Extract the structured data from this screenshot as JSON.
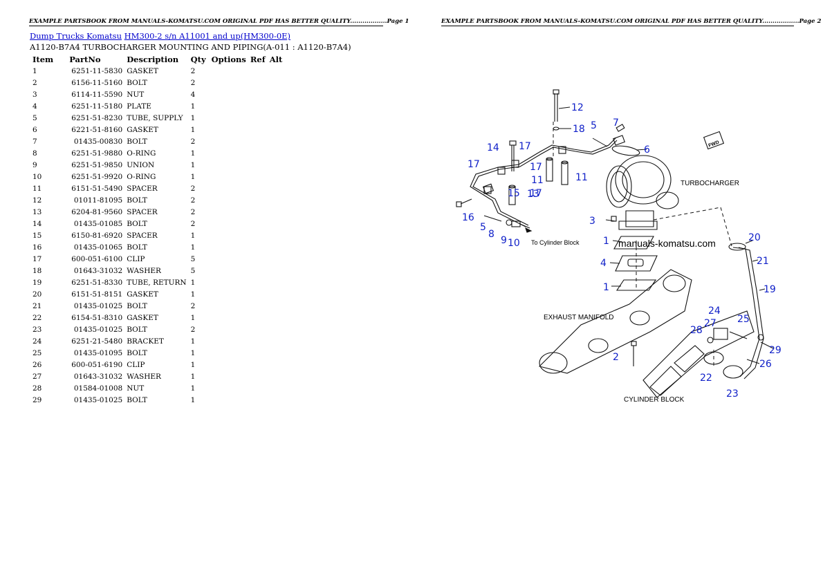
{
  "header": {
    "left_text": "EXAMPLE PARTSBOOK FROM MANUALS-KOMATSU.COM ORIGINAL PDF HAS BETTER QUALITY..................Page 1",
    "right_text": "EXAMPLE PARTSBOOK FROM MANUALS-KOMATSU.COM ORIGINAL PDF HAS BETTER QUALITY..................Page 2"
  },
  "breadcrumb": {
    "link1": "Dump Trucks Komatsu",
    "link2": "HM300-2 s/n A11001 and up(HM300-0E)"
  },
  "subtitle": "A1120-B7A4 TURBOCHARGER MOUNTING AND PIPING(A-011 : A1120-B7A4)",
  "table": {
    "headers": {
      "item": "Item",
      "partno": "PartNo",
      "description": "Description",
      "qty": "Qty",
      "options": "Options",
      "ref": "Ref",
      "alt": "Alt"
    },
    "rows": [
      {
        "item": "1",
        "partno": "6251-11-5830",
        "description": "GASKET",
        "qty": "2"
      },
      {
        "item": "2",
        "partno": "6156-11-5160",
        "description": "BOLT",
        "qty": "2"
      },
      {
        "item": "3",
        "partno": "6114-11-5590",
        "description": "NUT",
        "qty": "4"
      },
      {
        "item": "4",
        "partno": "6251-11-5180",
        "description": "PLATE",
        "qty": "1"
      },
      {
        "item": "5",
        "partno": "6251-51-8230",
        "description": "TUBE, SUPPLY",
        "qty": "1"
      },
      {
        "item": "6",
        "partno": "6221-51-8160",
        "description": "GASKET",
        "qty": "1"
      },
      {
        "item": "7",
        "partno": "01435-00830",
        "description": "BOLT",
        "qty": "2"
      },
      {
        "item": "8",
        "partno": "6251-51-9880",
        "description": "O-RING",
        "qty": "1"
      },
      {
        "item": "9",
        "partno": "6251-51-9850",
        "description": "UNION",
        "qty": "1"
      },
      {
        "item": "10",
        "partno": "6251-51-9920",
        "description": "O-RING",
        "qty": "1"
      },
      {
        "item": "11",
        "partno": "6151-51-5490",
        "description": "SPACER",
        "qty": "2"
      },
      {
        "item": "12",
        "partno": "01011-81095",
        "description": "BOLT",
        "qty": "2"
      },
      {
        "item": "13",
        "partno": "6204-81-9560",
        "description": "SPACER",
        "qty": "2"
      },
      {
        "item": "14",
        "partno": "01435-01085",
        "description": "BOLT",
        "qty": "2"
      },
      {
        "item": "15",
        "partno": "6150-81-6920",
        "description": "SPACER",
        "qty": "1"
      },
      {
        "item": "16",
        "partno": "01435-01065",
        "description": "BOLT",
        "qty": "1"
      },
      {
        "item": "17",
        "partno": "600-051-6100",
        "description": "CLIP",
        "qty": "5"
      },
      {
        "item": "18",
        "partno": "01643-31032",
        "description": "WASHER",
        "qty": "5"
      },
      {
        "item": "19",
        "partno": "6251-51-8330",
        "description": "TUBE, RETURN",
        "qty": "1"
      },
      {
        "item": "20",
        "partno": "6151-51-8151",
        "description": "GASKET",
        "qty": "1"
      },
      {
        "item": "21",
        "partno": "01435-01025",
        "description": "BOLT",
        "qty": "2"
      },
      {
        "item": "22",
        "partno": "6154-51-8310",
        "description": "GASKET",
        "qty": "1"
      },
      {
        "item": "23",
        "partno": "01435-01025",
        "description": "BOLT",
        "qty": "2"
      },
      {
        "item": "24",
        "partno": "6251-21-5480",
        "description": "BRACKET",
        "qty": "1"
      },
      {
        "item": "25",
        "partno": "01435-01095",
        "description": "BOLT",
        "qty": "1"
      },
      {
        "item": "26",
        "partno": "600-051-6190",
        "description": "CLIP",
        "qty": "1"
      },
      {
        "item": "27",
        "partno": "01643-31032",
        "description": "WASHER",
        "qty": "1"
      },
      {
        "item": "28",
        "partno": "01584-01008",
        "description": "NUT",
        "qty": "1"
      },
      {
        "item": "29",
        "partno": "01435-01025",
        "description": "BOLT",
        "qty": "1"
      }
    ]
  },
  "diagram": {
    "labels": {
      "turbocharger": "TURBOCHARGER",
      "exhaust_manifold": "EXHAUST MANIFOLD",
      "cylinder_block": "CYLINDER BLOCK",
      "to_cylinder_block": "To Cylinder Block",
      "fwd": "FWD",
      "watermark": "manuals-komatsu.com"
    },
    "callouts": [
      "12",
      "7",
      "18",
      "14",
      "17",
      "6",
      "5",
      "17",
      "17",
      "11",
      "11",
      "17",
      "15",
      "13",
      "16",
      "5",
      "8",
      "9",
      "10",
      "3",
      "1",
      "4",
      "1",
      "20",
      "21",
      "19",
      "2",
      "24",
      "27",
      "25",
      "28",
      "29",
      "26",
      "22",
      "23"
    ]
  }
}
